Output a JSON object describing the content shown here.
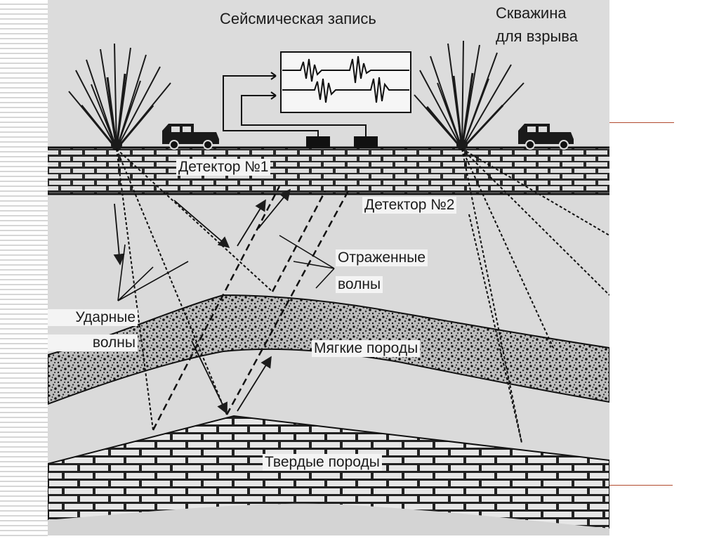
{
  "labels": {
    "seismic_record": "Сейсмическая запись",
    "borehole_line1": "Скважина",
    "borehole_line2": "для взрыва",
    "detector1": "Детектор №1",
    "detector2": "Детектор №2",
    "reflected_line1": "Отраженные",
    "reflected_line2": "волны",
    "shock_line1": "Ударные",
    "shock_line2": "волны",
    "soft_rocks": "Мягкие породы",
    "hard_rocks": "Твердые породы"
  },
  "colors": {
    "panel_background": "#dadada",
    "ink": "#1c1c1c",
    "accent_rule": "#b24a2e"
  }
}
